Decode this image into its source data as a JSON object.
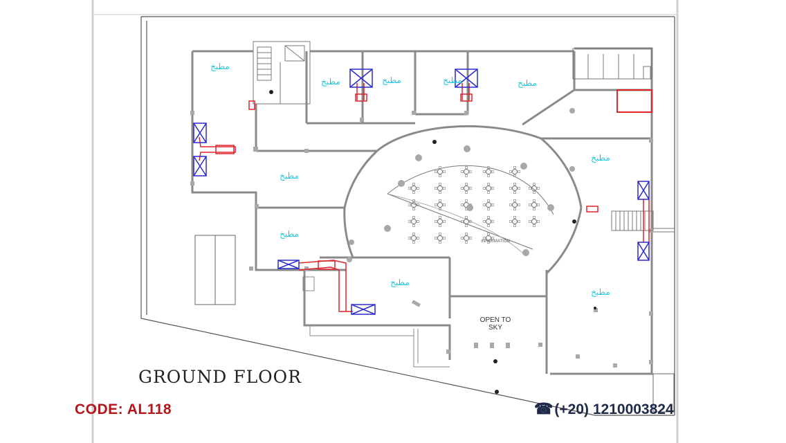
{
  "drawing": {
    "title": "GROUND FLOOR",
    "room_label": "مطبخ",
    "open_to_sky": [
      "OPEN TO",
      "SKY"
    ],
    "information": "INFORMATION"
  },
  "footer": {
    "code": "CODE: AL118",
    "phone": "(+20) 1210003824",
    "phone_icon": "telephone-icon"
  },
  "colors": {
    "room_label": "#18c8e0",
    "code": "#b3151b",
    "phone": "#1e2a4a",
    "duct": "#e0252b",
    "exhaust_box": "#2a2ad0",
    "wall": "#8a8a8a"
  }
}
